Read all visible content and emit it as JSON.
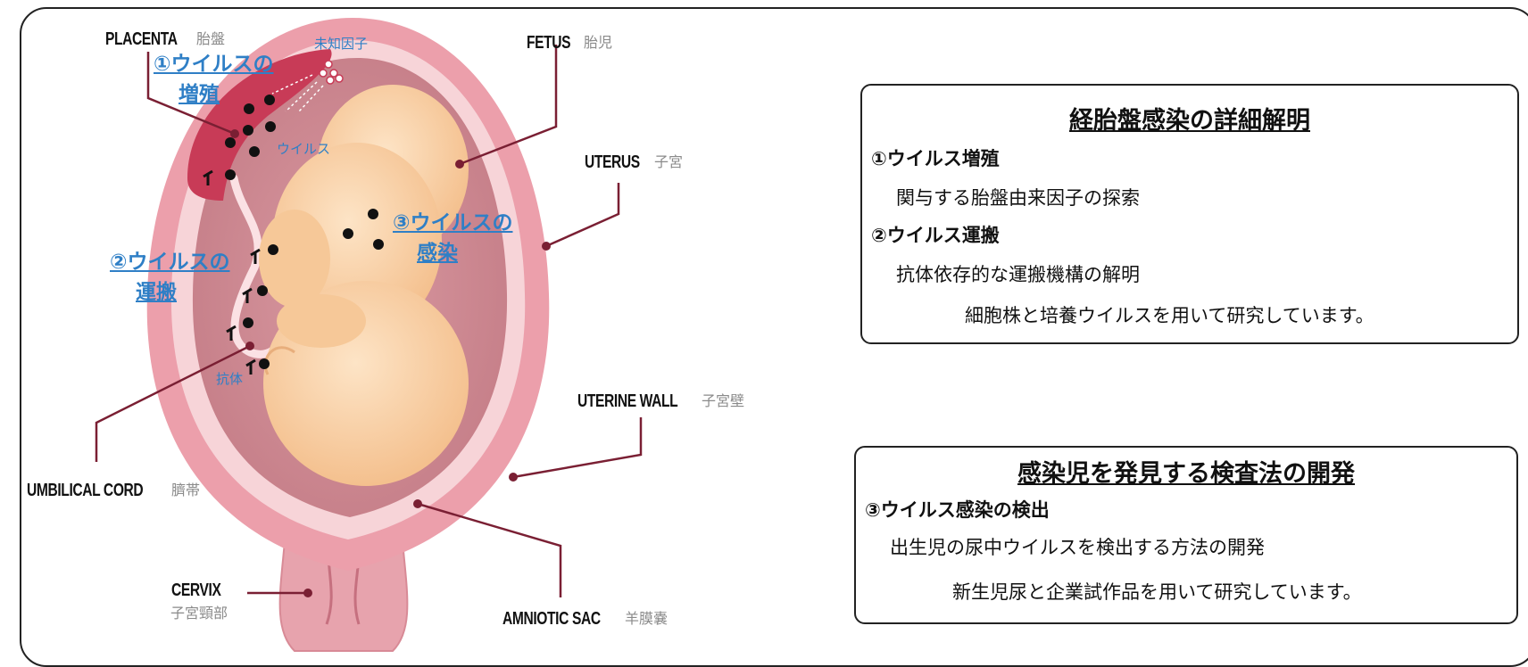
{
  "labels": {
    "placenta": {
      "en": "PLACENTA",
      "jp": "胎盤"
    },
    "fetus": {
      "en": "FETUS",
      "jp": "胎児"
    },
    "uterus": {
      "en": "UTERUS",
      "jp": "子宮"
    },
    "uterine_wall": {
      "en": "UTERINE WALL",
      "jp": "子宮壁"
    },
    "umbilical_cord": {
      "en": "UMBILICAL CORD",
      "jp": "臍帯"
    },
    "cervix": {
      "en": "CERVIX",
      "jp": "子宮頸部"
    },
    "amniotic_sac": {
      "en": "AMNIOTIC SAC",
      "jp": "羊膜嚢"
    }
  },
  "annotations": {
    "unknown_factor": "未知因子",
    "virus": "ウイルス",
    "antibody": "抗体",
    "step1_line1": "①ウイルスの",
    "step1_line2": "増殖",
    "step2_line1": "②ウイルスの",
    "step2_line2": "運搬",
    "step3_line1": "③ウイルスの",
    "step3_line2": "感染"
  },
  "box1": {
    "title": "経胎盤感染の詳細解明",
    "item1_heading": "①ウイルス増殖",
    "item1_desc": "関与する胎盤由来因子の探索",
    "item2_heading": "②ウイルス運搬",
    "item2_desc": "抗体依存的な運搬機構の解明",
    "note": "細胞株と培養ウイルスを用いて研究しています。"
  },
  "box2": {
    "title": "感染児を発見する検査法の開発",
    "item1_heading": "③ウイルス感染の検出",
    "item1_desc": "出生児の尿中ウイルスを検出する方法の開発",
    "note": "新生児尿と企業試作品を用いて研究しています。"
  },
  "colors": {
    "uterus_outer": "#ec9fab",
    "uterus_wall": "#f7d4d8",
    "amniotic": "#d08a93",
    "placenta": "#c83b57",
    "fetus": "#fbd7ad",
    "leader_line": "#7a1f33",
    "accent_blue": "#2f7fc6"
  }
}
